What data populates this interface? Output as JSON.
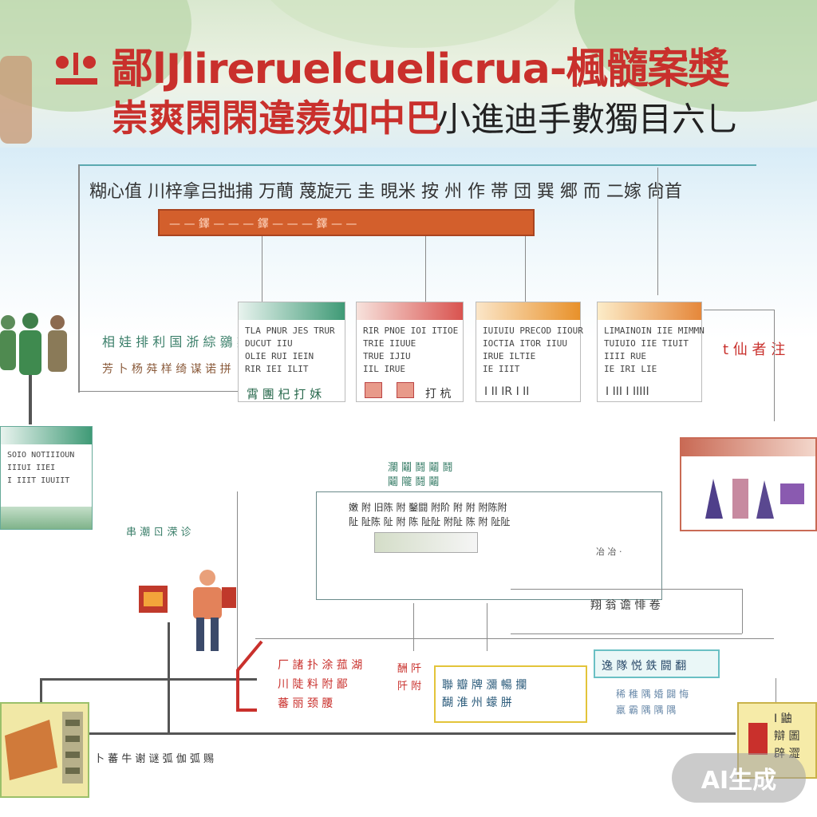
{
  "header": {
    "title_line1": "鄙lJlireruelcuelicrua-楓髓案獎",
    "title_line2": "崇爽閑閑違羨如中巴",
    "title_line3": "小進迪手數獨目六乚"
  },
  "top_banner": {
    "heading": "糊心值 川梓拿吕拙捕 万蕳  蔑旋元 圭 晛米 按 州 作 帯 団 巽 郷 而 二嫁 尙首",
    "bar_text": "— — 鐸 — —   — 鐸 — — — 鐸 — —"
  },
  "left_panel": {
    "line1": "相 娃 排 利 国 浙 綜 鶸 婆 發",
    "line2": "芳 卜 杨 荈 样 绮 谋 诺 拼"
  },
  "cards": [
    {
      "text": "TLA PNUR JES TRUR\nDUCUT IIU\nOLIE RUI IEIN\nRIR IEI ILIT",
      "footer": "霄 團  杞 打 姀"
    },
    {
      "text": "RIR PNOE IOI ITIOE\nTRIE IIUUE\nTRUE IJIU\nIIL IRUE",
      "footer": "打 杭"
    },
    {
      "text": "IUIUIU PRECOD IIOUR\nIOCTIA ITOR IIUU\nIRUE ILTIE\nIE IIIT",
      "footer": "I  II  IR  I  II"
    },
    {
      "text": "LIMAINOIN IIE MIMMN\nTUIUIO IIE TIUIT\nIIII RUE\nIE IRI LIE",
      "footer": "I III I IIIII"
    }
  ],
  "right_label": "t 仙 者 注",
  "left_card": {
    "text": "SOIO NOTIIIOUN\nIIIUI IIEI\nI IIIT IUUIIT"
  },
  "left_small_label": "串 潮 ㄖ 溁 诊",
  "center": {
    "heading": "瀾 鬮 鬪 鬮 鬪\n鬮 隴 鬪 鬮",
    "row1": "嫩 附  旧陈 附  鑿闘 附阶 附   附 附陈附",
    "row2": "阯 阯陈 阯 附  陈 阯阯 附阯 陈  附 阯阯",
    "note": "翔 翁 谵 悱 卷",
    "dot_text": "冶 冶 ·"
  },
  "bottom": {
    "red_block": "厂 諸 扑 涂 菰 湖\n川 陡 料 附 鄙\n蕃 丽 颈 腰",
    "red_tag": "酬 阡\n阡 附",
    "yellow_box": "聯 瓣 牌 瀰 暢 攔\n醐 淮 州 蠓 胼",
    "teal_box": "逸 隊 悦 鉄 闘 翻",
    "teal_sub": "稀 稚 隅 婚 闢 悔\n羸 霸 隅 隅 隅",
    "footer_text": "卜 蕃 牛 谢 谜 弧 伽 弧 赐",
    "right_panel": "I 鼬\n辯 圖\n辟 澀"
  },
  "badge": "AI生成",
  "colors": {
    "title_red": "#c9302c",
    "banner_orange": "#d35f2c",
    "card_green": "#3f9a76",
    "card_red": "#d9534f",
    "card_orange": "#e8912a",
    "card_yellow": "#eab43a"
  }
}
